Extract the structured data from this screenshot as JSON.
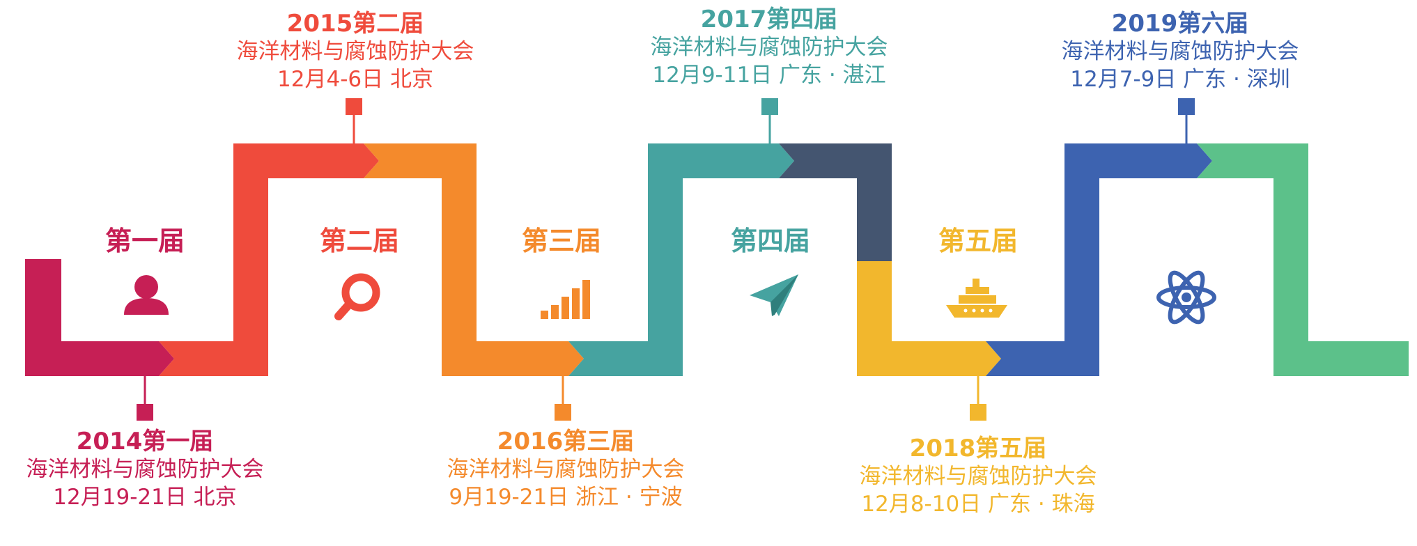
{
  "colors": {
    "magenta": "#c61f55",
    "red": "#ef4b3c",
    "orange": "#f48a2c",
    "teal": "#46a3a0",
    "navy": "#445570",
    "yellow": "#f2b72d",
    "blue": "#3d63b0",
    "green": "#5cc18a"
  },
  "stages": [
    {
      "label": "第一届",
      "icon": "user-icon"
    },
    {
      "label": "第二届",
      "icon": "magnifier-icon"
    },
    {
      "label": "第三届",
      "icon": "signal-bars-icon"
    },
    {
      "label": "第四届",
      "icon": "paper-plane-icon"
    },
    {
      "label": "第五届",
      "icon": "ship-icon"
    },
    {
      "label": "",
      "icon": "atom-icon"
    }
  ],
  "events": [
    {
      "title": "2014第一届",
      "name": "海洋材料与腐蚀防护大会",
      "date": "12月19-21日 北京"
    },
    {
      "title": "2015第二届",
      "name": "海洋材料与腐蚀防护大会",
      "date": "12月4-6日 北京"
    },
    {
      "title": "2016第三届",
      "name": "海洋材料与腐蚀防护大会",
      "date": "9月19-21日 浙江 · 宁波"
    },
    {
      "title": "2017第四届",
      "name": "海洋材料与腐蚀防护大会",
      "date": "12月9-11日 广东 · 湛江"
    },
    {
      "title": "2018第五届",
      "name": "海洋材料与腐蚀防护大会",
      "date": "12月8-10日 广东 · 珠海"
    },
    {
      "title": "2019第六届",
      "name": "海洋材料与腐蚀防护大会",
      "date": "12月7-9日 广东 · 深圳"
    }
  ]
}
